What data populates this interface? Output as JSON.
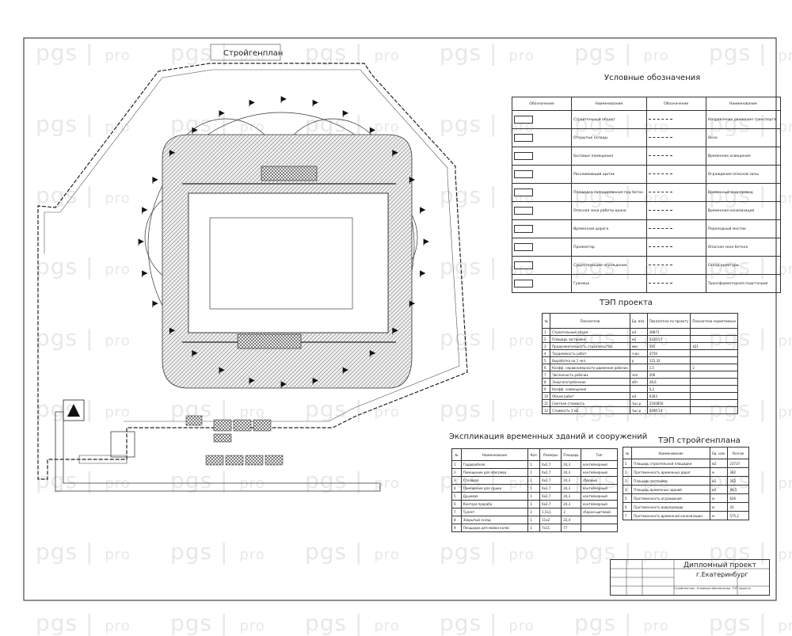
{
  "watermark": {
    "brand": "pgs",
    "suffix": "pro"
  },
  "plan": {
    "title": "Стройгенплан"
  },
  "legend": {
    "title": "Условные обозначения",
    "headers": [
      "Обозначение",
      "Наименование",
      "Обозначение",
      "Наименование"
    ],
    "rows": [
      [
        "Строительный объект",
        "Направление движения транспорта"
      ],
      [
        "Открытые склады",
        "Окно"
      ],
      [
        "Бытовые помещения",
        "Временное освещение"
      ],
      [
        "Рассеивающий щиток",
        "Ограждение опасной зоны"
      ],
      [
        "Площадка складирования под бетон",
        "Временный водопровод"
      ],
      [
        "Опасная зона работы крана",
        "Временная канализация"
      ],
      [
        "Временная дорога",
        "Переходный мостик"
      ],
      [
        "Прожектор",
        "Опасная зона бетона"
      ],
      [
        "Существующее ограждение",
        "Склад арматуры"
      ],
      [
        "Граница",
        "Трансформаторная подстанция"
      ]
    ]
  },
  "tep": {
    "title": "ТЭП проекта",
    "headers": [
      "№",
      "Показатели",
      "Ед. изм.",
      "Показатели по проекту",
      "Показатели нормативные"
    ],
    "rows": [
      [
        "1",
        "Строительный объем",
        "м3",
        "28871",
        ""
      ],
      [
        "2",
        "Площадь застройки",
        "м2",
        "2320,57",
        ""
      ],
      [
        "3",
        "Продолжительность строительства",
        "мес",
        "395",
        "421"
      ],
      [
        "4",
        "Трудоемкость работ",
        "ч-дн",
        "4756",
        ""
      ],
      [
        "5",
        "Выработка на 1 чел.",
        "р",
        "115,32",
        ""
      ],
      [
        "6",
        "Коэфф. неравномерности движения рабочих",
        "",
        "1,5",
        "2"
      ],
      [
        "7",
        "Численность рабочих",
        "чел",
        "206",
        ""
      ],
      [
        "8",
        "Энергопотребление",
        "кВт",
        "28,6",
        ""
      ],
      [
        "9",
        "Коэфф. совмещения",
        "",
        "0,2",
        ""
      ],
      [
        "10",
        "Объем работ",
        "м3",
        "6363",
        ""
      ],
      [
        "11",
        "Сметная стоимость",
        "тыс.р",
        "2160856",
        ""
      ],
      [
        "12",
        "Стоимость 1 м2",
        "тыс.р",
        "2460,14",
        ""
      ]
    ]
  },
  "expl": {
    "title": "Экспликация временных зданий и сооружений",
    "headers": [
      "№",
      "Наименование",
      "Кол.",
      "Размеры",
      "Площадь",
      "Тип"
    ],
    "rows": [
      [
        "1",
        "Гардеробная",
        "1",
        "6х2,7",
        "24,3",
        "контейнерный"
      ],
      [
        "2",
        "Помещение для обогрева",
        "1",
        "6х2,7",
        "24,3",
        "контейнерный"
      ],
      [
        "3",
        "Столовая",
        "1",
        "6х2,7",
        "24,3",
        "сборный"
      ],
      [
        "4",
        "Помещение для сушки",
        "1",
        "6х2,7",
        "24,3",
        "контейнерный"
      ],
      [
        "5",
        "Душевая",
        "1",
        "6х2,7",
        "24,3",
        "контейнерный"
      ],
      [
        "6",
        "Контора прораба",
        "1",
        "6х2,7",
        "24,3",
        "контейнерный"
      ],
      [
        "7",
        "Туалет",
        "2",
        "1,5х1",
        "3",
        "сборно-щитовой"
      ],
      [
        "8",
        "Закрытый склад",
        "1",
        "11х2",
        "22,4",
        ""
      ],
      [
        "9",
        "Площадка для мойки колес",
        "1",
        "7х11",
        "77",
        ""
      ]
    ]
  },
  "tep2": {
    "title": "ТЭП стройгенплана",
    "headers": [
      "№",
      "Наименование",
      "Ед. изм.",
      "Кол-во"
    ],
    "rows": [
      [
        "1",
        "Площадь строительной площадки",
        "м2",
        "23737"
      ],
      [
        "2",
        "Протяженность временных дорог",
        "м",
        "382"
      ],
      [
        "3",
        "Площадь застройки",
        "м2",
        "562"
      ],
      [
        "4",
        "Площадь временных зданий",
        "м2",
        "96,5"
      ],
      [
        "5",
        "Протяженность ограждения",
        "м",
        "626"
      ],
      [
        "6",
        "Протяженность водопровода",
        "м",
        "43"
      ],
      [
        "7",
        "Протяженность временной канализации",
        "м",
        "575,2"
      ]
    ]
  },
  "stamp": {
    "project": "Дипломный проект",
    "city": "г.Екатеринбург",
    "sheet": "Стройгенплан. Условные обозначения. ТЭП проекта"
  }
}
